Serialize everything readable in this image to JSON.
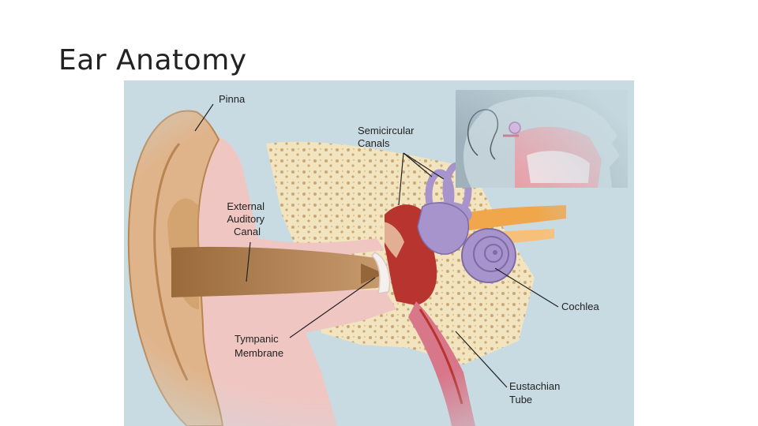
{
  "slide": {
    "title": "Ear Anatomy"
  },
  "labels": {
    "pinna": "Pinna",
    "semicircular": [
      "Semicircular",
      "Canals"
    ],
    "external_auditory": [
      "External",
      "Auditory",
      "Canal"
    ],
    "cochlea": "Cochlea",
    "tympanic": [
      "Tympanic",
      "Membrane"
    ],
    "eustachian": [
      "Eustachian",
      "Tube"
    ]
  },
  "colors": {
    "background": "#c9dbe2",
    "skin": "#e0b48a",
    "skin_dark": "#b98450",
    "flesh": "#f0c6c2",
    "bone": "#f3e4c0",
    "ossicles": "#b8342f",
    "inner_ear": "#a894cc",
    "nerve": "#f0a64a"
  }
}
